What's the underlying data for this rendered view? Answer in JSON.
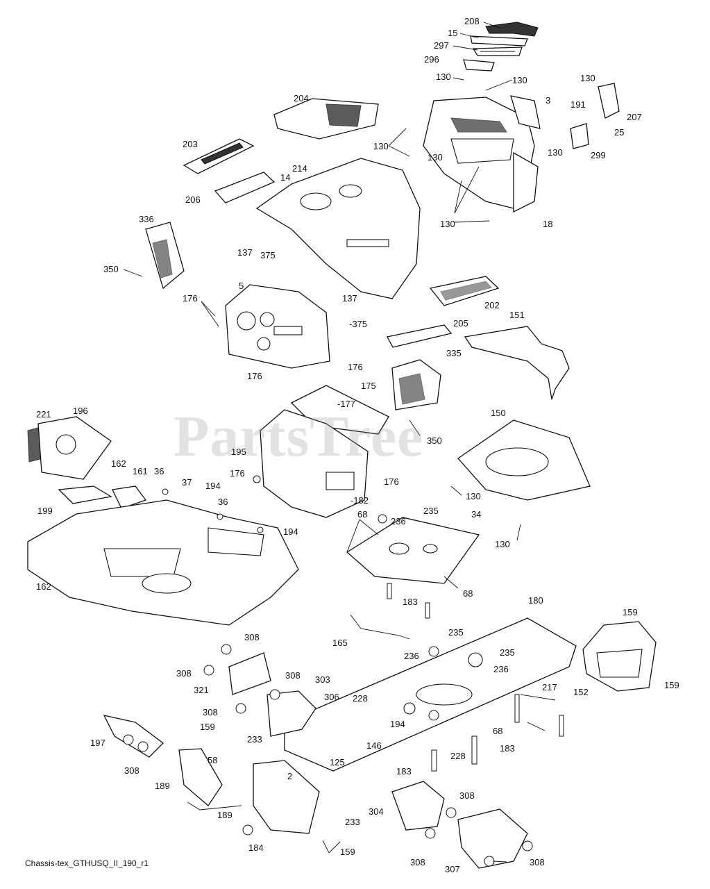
{
  "diagram": {
    "caption": "Chassis-tex_GTHUSQ_II_190_r1",
    "watermark": "PartsTree"
  },
  "labels": [
    {
      "id": "l208a",
      "text": "208"
    },
    {
      "id": "l15",
      "text": "15"
    },
    {
      "id": "l297",
      "text": "297"
    },
    {
      "id": "l296",
      "text": "296"
    },
    {
      "id": "l130a",
      "text": "130"
    },
    {
      "id": "l130b",
      "text": "130"
    },
    {
      "id": "l130c",
      "text": "130"
    },
    {
      "id": "l191",
      "text": "191"
    },
    {
      "id": "l207",
      "text": "207"
    },
    {
      "id": "l25",
      "text": "25"
    },
    {
      "id": "l3",
      "text": "3"
    },
    {
      "id": "l204",
      "text": "204"
    },
    {
      "id": "l203",
      "text": "203"
    },
    {
      "id": "l214",
      "text": "214"
    },
    {
      "id": "l130d",
      "text": "130"
    },
    {
      "id": "l130e",
      "text": "130"
    },
    {
      "id": "l299",
      "text": "299"
    },
    {
      "id": "l14",
      "text": "14"
    },
    {
      "id": "l206",
      "text": "206"
    },
    {
      "id": "l130f",
      "text": "130"
    },
    {
      "id": "l130g",
      "text": "130"
    },
    {
      "id": "l18",
      "text": "18"
    },
    {
      "id": "l336",
      "text": "336"
    },
    {
      "id": "l137a",
      "text": "137"
    },
    {
      "id": "l375a",
      "text": "375"
    },
    {
      "id": "l350a",
      "text": "350"
    },
    {
      "id": "l5",
      "text": "5"
    },
    {
      "id": "l137b",
      "text": "137"
    },
    {
      "id": "l202",
      "text": "202"
    },
    {
      "id": "l176a",
      "text": "176"
    },
    {
      "id": "l375b",
      "text": "-375"
    },
    {
      "id": "l205",
      "text": "205"
    },
    {
      "id": "l151",
      "text": "151"
    },
    {
      "id": "l176b",
      "text": "176"
    },
    {
      "id": "l335",
      "text": "335"
    },
    {
      "id": "l176c",
      "text": "176"
    },
    {
      "id": "l175",
      "text": "175"
    },
    {
      "id": "l177",
      "text": "-177"
    },
    {
      "id": "l221",
      "text": "221"
    },
    {
      "id": "l196",
      "text": "196"
    },
    {
      "id": "l150",
      "text": "150"
    },
    {
      "id": "l350b",
      "text": "350"
    },
    {
      "id": "l195",
      "text": "195"
    },
    {
      "id": "l162a",
      "text": "162"
    },
    {
      "id": "l176d",
      "text": "176"
    },
    {
      "id": "l176e",
      "text": "176"
    },
    {
      "id": "l161",
      "text": "161"
    },
    {
      "id": "l36a",
      "text": "36"
    },
    {
      "id": "l37",
      "text": "37"
    },
    {
      "id": "l194a",
      "text": "194"
    },
    {
      "id": "l36b",
      "text": "36"
    },
    {
      "id": "l130h",
      "text": "130"
    },
    {
      "id": "l199",
      "text": "199"
    },
    {
      "id": "l182",
      "text": "-182"
    },
    {
      "id": "l235a",
      "text": "235"
    },
    {
      "id": "l68a",
      "text": "68"
    },
    {
      "id": "l236a",
      "text": "236"
    },
    {
      "id": "l34",
      "text": "34"
    },
    {
      "id": "l194b",
      "text": "194"
    },
    {
      "id": "l130i",
      "text": "130"
    },
    {
      "id": "l162b",
      "text": "162"
    },
    {
      "id": "l68b",
      "text": "68"
    },
    {
      "id": "l183a",
      "text": "183"
    },
    {
      "id": "l180",
      "text": "180"
    },
    {
      "id": "l159a",
      "text": "159"
    },
    {
      "id": "l165",
      "text": "165"
    },
    {
      "id": "l235b",
      "text": "235"
    },
    {
      "id": "l308a",
      "text": "308"
    },
    {
      "id": "l236b",
      "text": "236"
    },
    {
      "id": "l235c",
      "text": "235"
    },
    {
      "id": "l236c",
      "text": "236"
    },
    {
      "id": "l308b",
      "text": "308"
    },
    {
      "id": "l308c",
      "text": "308"
    },
    {
      "id": "l303",
      "text": "303"
    },
    {
      "id": "l321",
      "text": "321"
    },
    {
      "id": "l228a",
      "text": "228"
    },
    {
      "id": "l217",
      "text": "217"
    },
    {
      "id": "l152",
      "text": "152"
    },
    {
      "id": "l159b",
      "text": "159"
    },
    {
      "id": "l308d",
      "text": "308"
    },
    {
      "id": "l306",
      "text": "306"
    },
    {
      "id": "l194c",
      "text": "194"
    },
    {
      "id": "l197",
      "text": "197"
    },
    {
      "id": "l159c",
      "text": "159"
    },
    {
      "id": "l68c",
      "text": "68"
    },
    {
      "id": "l233a",
      "text": "233"
    },
    {
      "id": "l146",
      "text": "146"
    },
    {
      "id": "l58",
      "text": "58"
    },
    {
      "id": "l125",
      "text": "125"
    },
    {
      "id": "l228b",
      "text": "228"
    },
    {
      "id": "l183b",
      "text": "183"
    },
    {
      "id": "l308e",
      "text": "308"
    },
    {
      "id": "l183c",
      "text": "183"
    },
    {
      "id": "l189a",
      "text": "189"
    },
    {
      "id": "l2",
      "text": "2"
    },
    {
      "id": "l189b",
      "text": "189"
    },
    {
      "id": "l308f",
      "text": "308"
    },
    {
      "id": "l304",
      "text": "304"
    },
    {
      "id": "l233b",
      "text": "233"
    },
    {
      "id": "l184",
      "text": "184"
    },
    {
      "id": "l159d",
      "text": "159"
    },
    {
      "id": "l308g",
      "text": "308"
    },
    {
      "id": "l307",
      "text": "307"
    },
    {
      "id": "l308h",
      "text": "308"
    }
  ]
}
